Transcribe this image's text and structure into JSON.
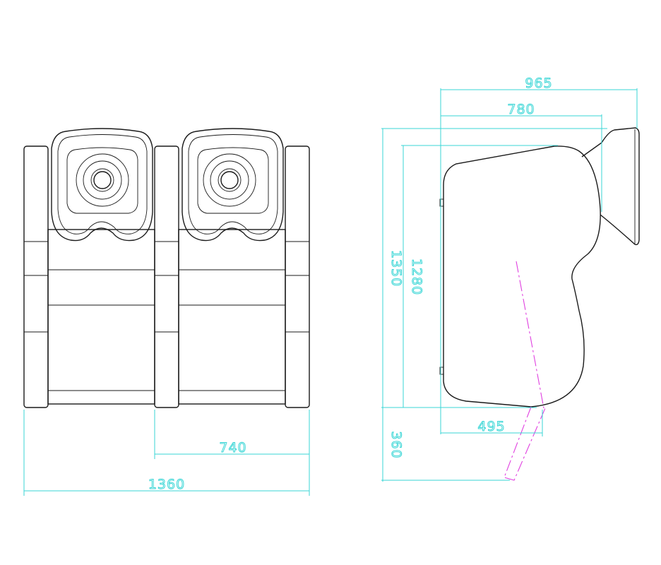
{
  "dimensions": {
    "front_total_width": "1360",
    "front_unit_width": "740",
    "side_overall_depth": "965",
    "side_body_depth": "780",
    "side_overall_height": "1350",
    "side_body_height": "1280",
    "side_base_depth": "495",
    "side_recline_drop": "360"
  },
  "colors": {
    "outline": "#1a1a1a",
    "dimension": "#3ad6d6",
    "center_axis": "#e040e0"
  }
}
